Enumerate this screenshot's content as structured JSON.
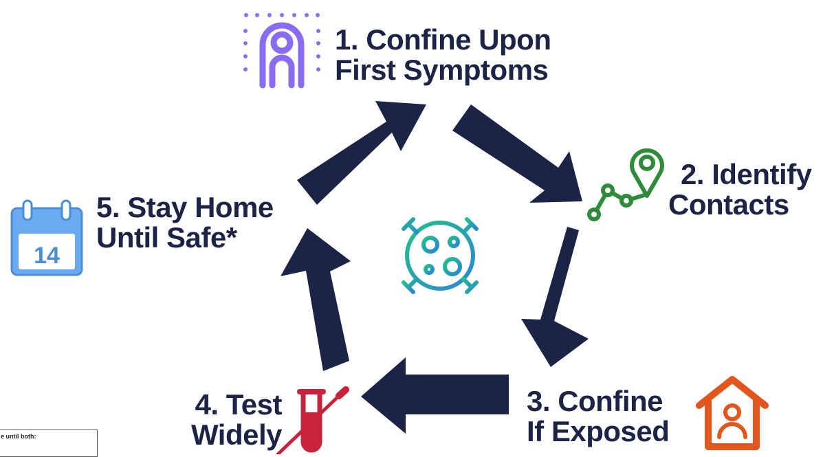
{
  "colors": {
    "arrow": "#1b2347",
    "text": "#1b2347",
    "step1_icon": "#8a6cf0",
    "step2_icon": "#2e8b3a",
    "step3_icon": "#e0561c",
    "step4_icon": "#c8233c",
    "step5_icon": "#4a8fd6",
    "virus_from": "#22c08a",
    "virus_to": "#2a86d6"
  },
  "steps": [
    {
      "line1": "1.  Confine Upon",
      "line2": "First Symptoms",
      "icon": "person-isolation-icon"
    },
    {
      "line1": "2. Identify",
      "line2": "Contacts",
      "icon": "location-path-icon"
    },
    {
      "line1": "3. Confine",
      "line2": "If Exposed",
      "icon": "home-person-icon"
    },
    {
      "line1": "4. Test",
      "line2": "Widely",
      "icon": "test-tube-swab-icon"
    },
    {
      "line1": "5. Stay Home",
      "line2": "Until Safe*",
      "icon": "calendar-icon"
    }
  ],
  "calendar_day": "14",
  "center_icon": "virus-icon",
  "footnote": "e until both:"
}
